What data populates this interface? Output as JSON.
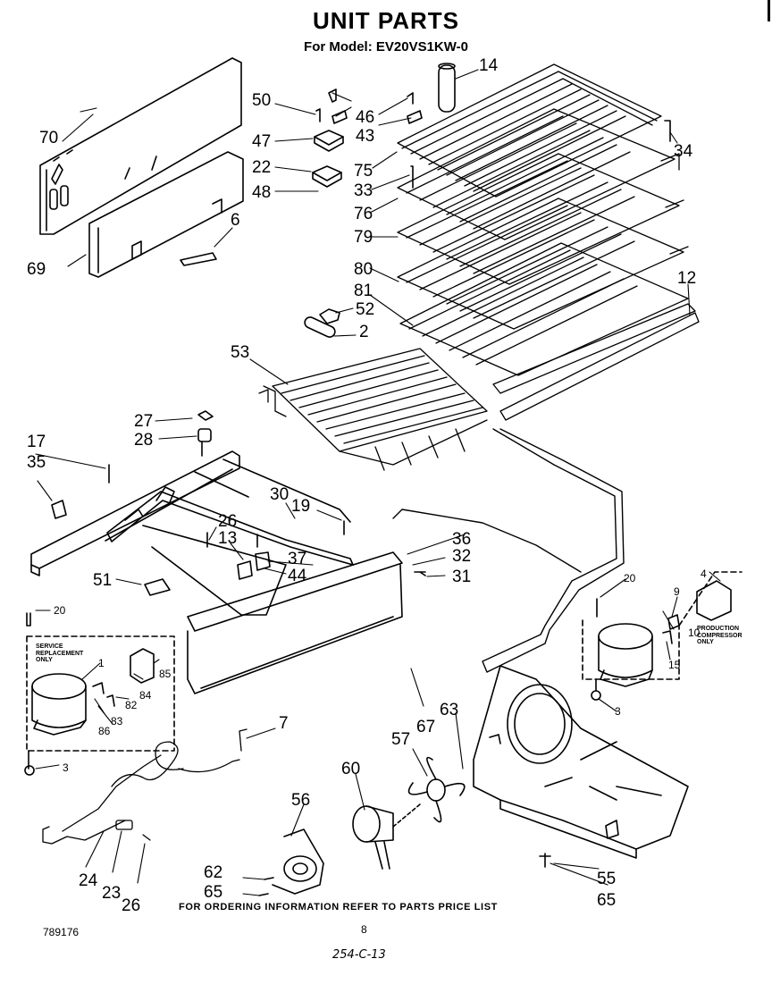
{
  "header": {
    "title": "UNIT PARTS",
    "subtitle": "For Model: EV20VS1KW-0"
  },
  "callouts": {
    "c14": "14",
    "c70": "70",
    "c50": "50",
    "c46": "46",
    "c47": "47",
    "c43": "43",
    "c22": "22",
    "c48": "48",
    "c6": "6",
    "c69": "69",
    "c34": "34",
    "c75": "75",
    "c33": "33",
    "c76": "76",
    "c79": "79",
    "c80": "80",
    "c81": "81",
    "c12": "12",
    "c52": "52",
    "c2": "2",
    "c53": "53",
    "c27": "27",
    "c28": "28",
    "c17": "17",
    "c35": "35",
    "c30": "30",
    "c19": "19",
    "c26a": "26",
    "c13": "13",
    "c37": "37",
    "c44": "44",
    "c36": "36",
    "c32": "32",
    "c31": "31",
    "c51": "51",
    "c20a": "20",
    "c1": "1",
    "c85": "85",
    "c84": "84",
    "c82": "82",
    "c83": "83",
    "c86": "86",
    "c3a": "3",
    "c7": "7",
    "c67": "67",
    "c63": "63",
    "c57": "57",
    "c60": "60",
    "c56": "56",
    "c24": "24",
    "c23": "23",
    "c26b": "26",
    "c62": "62",
    "c65a": "65",
    "c55": "55",
    "c65b": "65",
    "c20b": "20",
    "c4": "4",
    "c9": "9",
    "c10": "10",
    "c15": "15",
    "c3b": "3"
  },
  "notes": {
    "service_replacement": "SERVICE REPLACEMENT ONLY",
    "production_compressor": "PRODUCTION COMPRESSOR ONLY"
  },
  "footer": {
    "ordering_info": "FOR ORDERING INFORMATION REFER TO PARTS PRICE LIST",
    "doc_number": "789176",
    "page_number": "8",
    "handwritten_code": "254-C-13"
  }
}
